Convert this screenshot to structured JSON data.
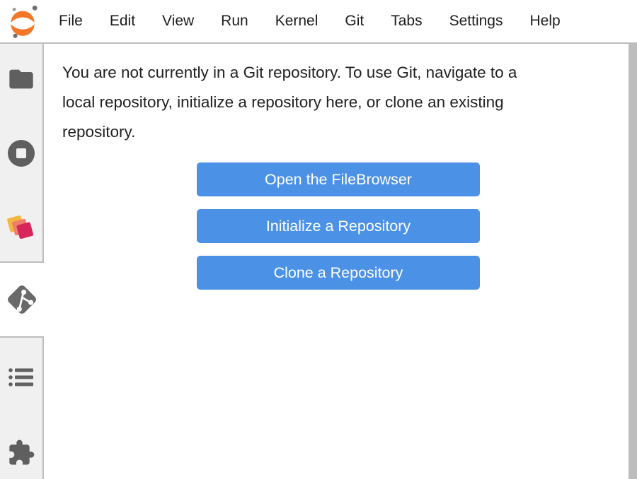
{
  "menu": {
    "items": [
      "File",
      "Edit",
      "View",
      "Run",
      "Kernel",
      "Git",
      "Tabs",
      "Settings",
      "Help"
    ]
  },
  "sidebar": {
    "tabs": [
      {
        "icon": "folder-icon",
        "selected": false
      },
      {
        "icon": "running-sessions-icon",
        "selected": false
      },
      {
        "icon": "dask-icon",
        "selected": false
      },
      {
        "icon": "git-icon",
        "selected": true
      },
      {
        "icon": "table-of-contents-icon",
        "selected": false
      },
      {
        "icon": "extension-manager-icon",
        "selected": false
      }
    ]
  },
  "git_panel": {
    "message_lines": [
      "You are not currently in a Git repository. To use Git, navigate to a",
      "local repository, initialize a repository here, or clone an existing",
      "repository."
    ],
    "buttons": [
      "Open the FileBrowser",
      "Initialize a Repository",
      "Clone a Repository"
    ]
  },
  "colors": {
    "button_blue": "#4b92e6",
    "jupyter_orange": "#f37726",
    "sidebar_gray": "#f0f0f0",
    "border_gray": "#bdbdbd",
    "icon_gray": "#5f5f5f",
    "dask_yellow": "#f2b73f",
    "dask_salmon": "#ef7e6b",
    "dask_crimson": "#d7265c"
  }
}
